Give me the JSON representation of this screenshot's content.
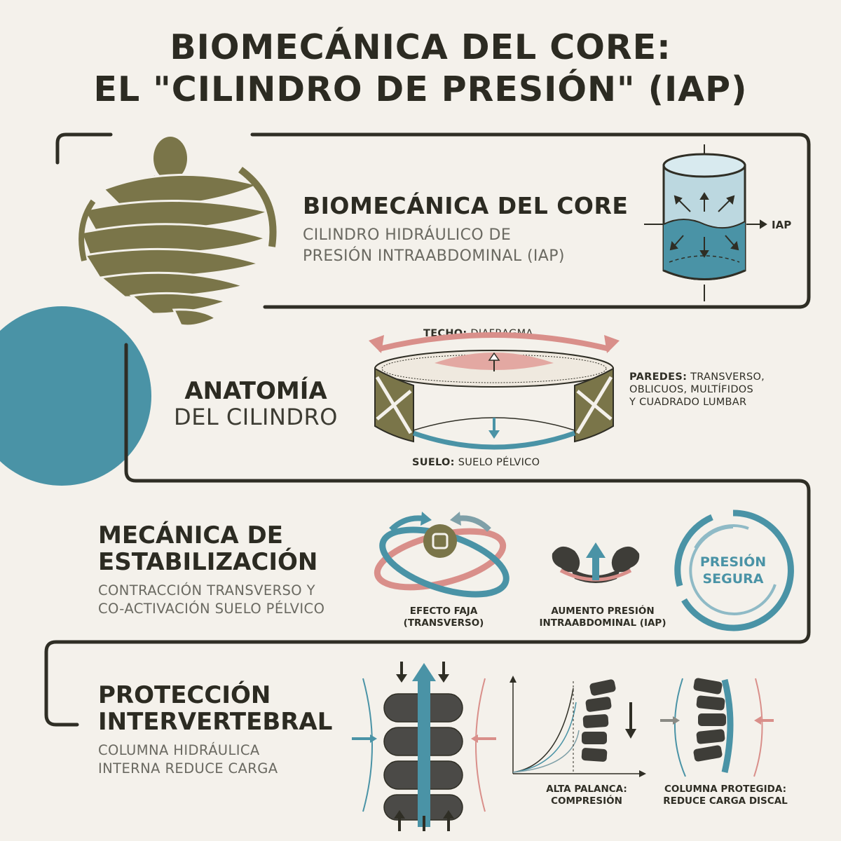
{
  "title": {
    "line1": "BIOMECÁNICA DEL CORE:",
    "line2": "EL \"CILINDRO DE PRESIÓN\" (IAP)"
  },
  "section1": {
    "heading": "BIOMECÁNICA DEL CORE",
    "sub1": "CILINDRO HIDRÁULICO DE",
    "sub2": "PRESIÓN INTRAABDOMINAL (IAP)",
    "iap_label": "IAP"
  },
  "section2": {
    "heading1": "ANATOMÍA",
    "heading2": "DEL CILINDRO",
    "techo_key": "TECHO:",
    "techo_val": "DIAFRAGMA",
    "suelo_key": "SUELO:",
    "suelo_val": "SUELO PÉLVICO",
    "paredes_key": "PAREDES:",
    "paredes_l1": "TRANSVERSO,",
    "paredes_l2": "OBLICUOS, MULTÍFIDOS",
    "paredes_l3": "Y CUADRADO LUMBAR"
  },
  "section3": {
    "heading1": "MECÁNICA DE",
    "heading2": "ESTABILIZACIÓN",
    "sub1": "CONTRACCIÓN TRANSVERSO Y",
    "sub2": "CO-ACTIVACIÓN SUELO PÉLVICO",
    "cap1_l1": "EFECTO FAJA",
    "cap1_l2": "(TRANSVERSO)",
    "cap2_l1": "AUMENTO PRESIÓN",
    "cap2_l2": "INTRAABDOMINAL (IAP)",
    "badge_l1": "PRESIÓN",
    "badge_l2": "SEGURA"
  },
  "section4": {
    "heading1": "PROTECCIÓN",
    "heading2": "INTERVERTEBRAL",
    "sub1": "COLUMNA HIDRÁULICA",
    "sub2": "INTERNA REDUCE CARGA",
    "cap1_l1": "ALTA PALANCA:",
    "cap1_l2": "COMPRESIÓN",
    "cap2_l1": "COLUMNA PROTEGIDA:",
    "cap2_l2": "REDUCE CARGA DISCAL"
  },
  "colors": {
    "dark": "#2f2e25",
    "olive": "#7a7549",
    "teal": "#4a93a6",
    "salmon": "#d98f8a",
    "background": "#f4f1eb"
  }
}
